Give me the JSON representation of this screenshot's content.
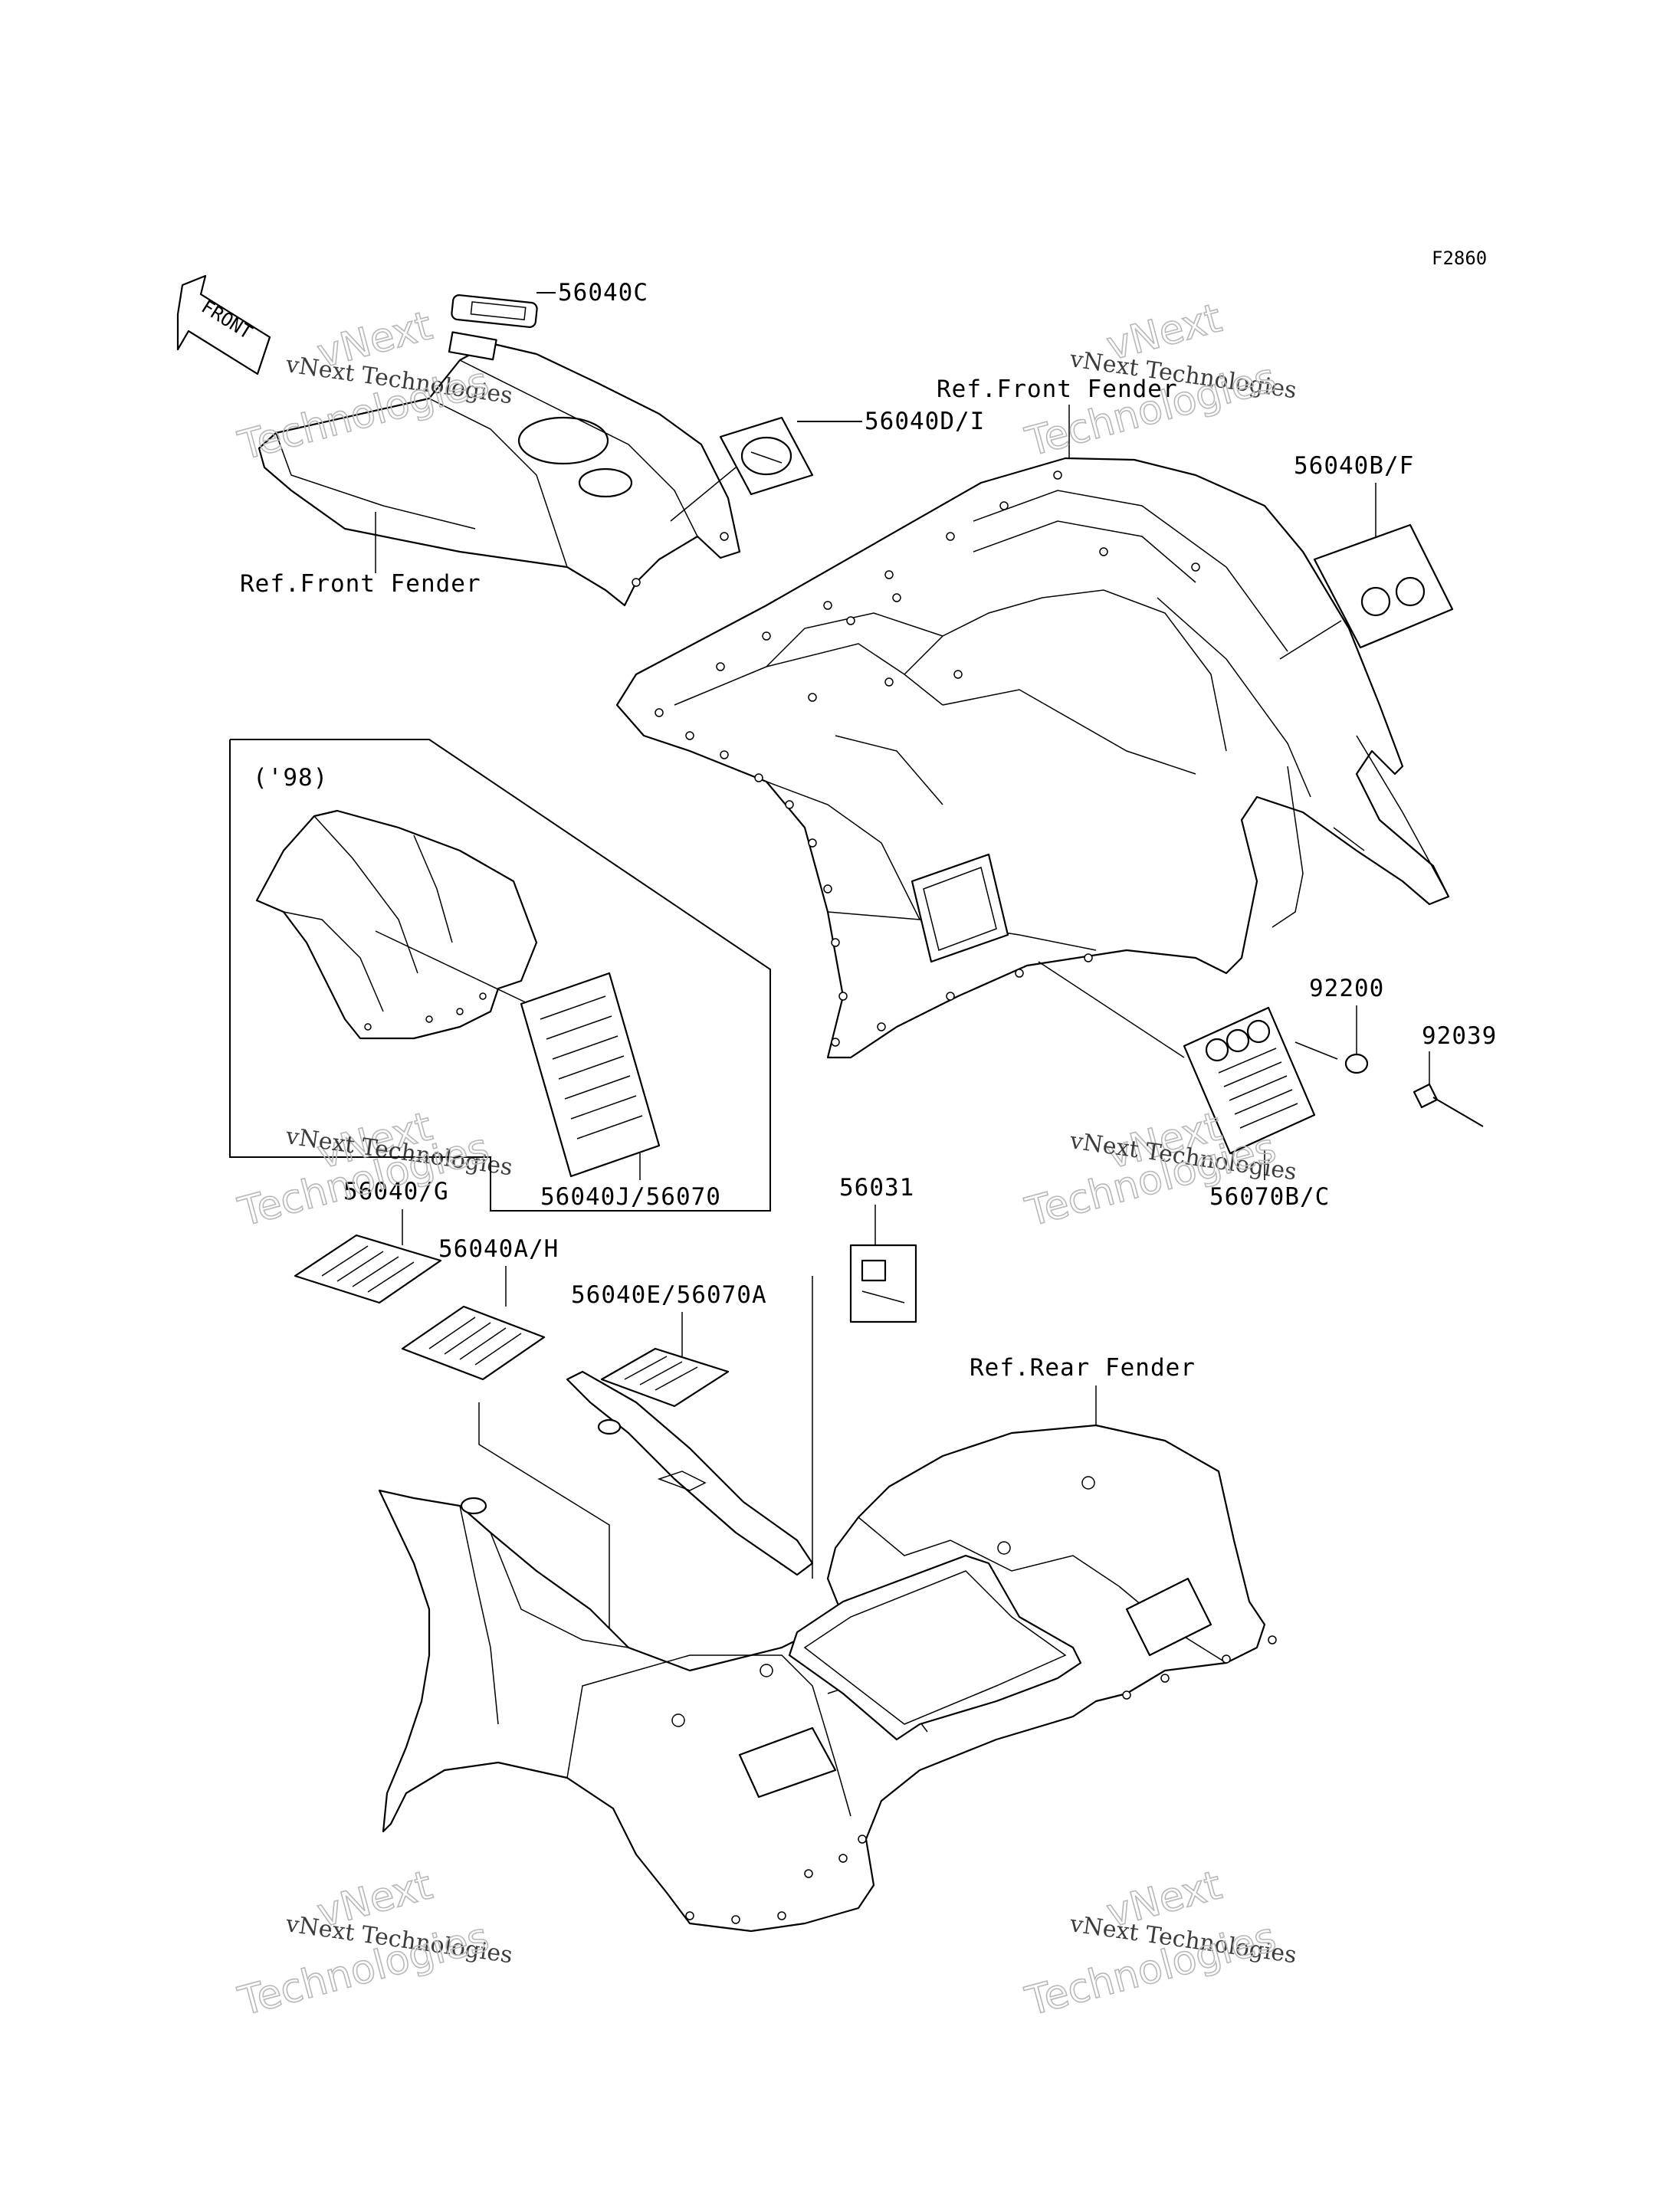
{
  "figure_code": "F2860",
  "front_arrow": {
    "label": "FRONT"
  },
  "callouts": {
    "c_56040C": "56040C",
    "c_56040DI": "56040D/I",
    "c_56040BF": "56040B/F",
    "c_ref_front_fender_top": "Ref.Front Fender",
    "c_ref_front_fender_left": "Ref.Front Fender",
    "c_98": "('98)",
    "c_56040J": "56040J/56070",
    "c_92200": "92200",
    "c_92039": "92039",
    "c_56070BC": "56070B/C",
    "c_56040G": "56040/G",
    "c_56040AH": "56040A/H",
    "c_56031": "56031",
    "c_56040E": "56040E/56070A",
    "c_ref_rear_fender": "Ref.Rear Fender"
  },
  "watermark": {
    "line1": "vNext Technologies",
    "line2": "Technologies",
    "line3": "vNext"
  }
}
